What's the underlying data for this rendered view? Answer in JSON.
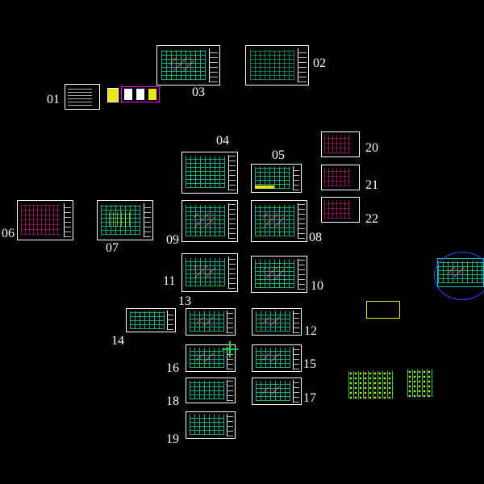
{
  "sheet_labels": {
    "s01": "01",
    "s02": "02",
    "s03": "03",
    "s04": "04",
    "s05": "05",
    "s06": "06",
    "s07": "07",
    "s08": "08",
    "s09": "09",
    "s10": "10",
    "s11": "11",
    "s12": "12",
    "s13": "13",
    "s14": "14",
    "s15": "15",
    "s16": "16",
    "s17": "17",
    "s18": "18",
    "s19": "19",
    "s20": "20",
    "s21": "21",
    "s22": "22"
  },
  "colors": {
    "background": "#000000",
    "grid_cyan": "#18c2c2",
    "grid_green": "#1bd64a",
    "magenta": "#ff00ff",
    "yellow": "#e6e61a",
    "border": "#ffffff"
  }
}
